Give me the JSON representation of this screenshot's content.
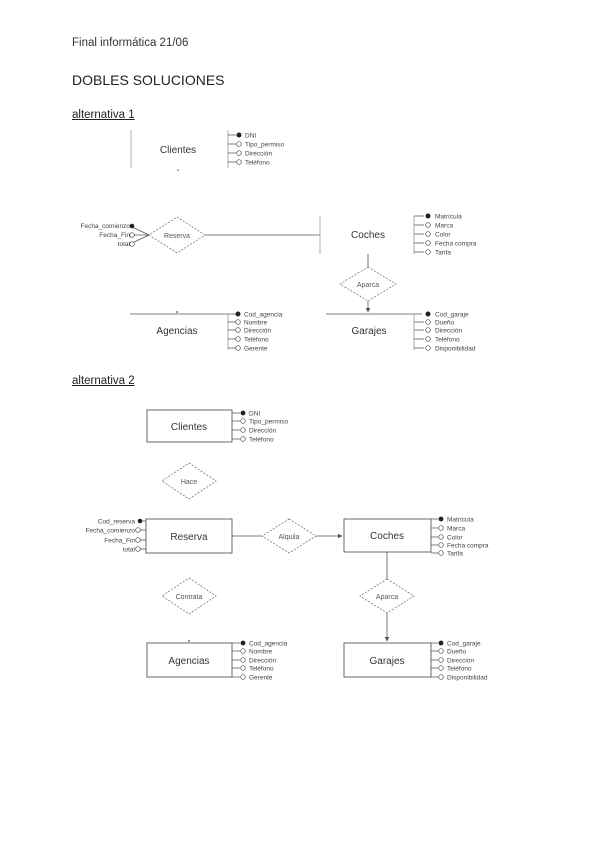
{
  "header": "Final informática 21/06",
  "title": "DOBLES SOLUCIONES",
  "alt1_label": "alternativa 1",
  "alt2_label": "alternativa 2",
  "alt1": {
    "entities": {
      "clientes": "Clientes",
      "coches": "Coches",
      "agencias": "Agencias",
      "garajes": "Garajes"
    },
    "relations": {
      "reserva": "Reserva",
      "aparca": "Aparca"
    },
    "attrs": {
      "clientes": [
        "DNI",
        "Tipo_permiso",
        "Dirección",
        "Teléfono"
      ],
      "reserva": [
        "Fecha_comienzo",
        "Fecha_Fin",
        "total"
      ],
      "coches": [
        "Matrícula",
        "Marca",
        "Color",
        "Fecha compra",
        "Tarifa"
      ],
      "agencias": [
        "Cod_agencia",
        "Nombre",
        "Dirección",
        "Teléfono",
        "Gerente"
      ],
      "garajes": [
        "Cod_garaje",
        "Dueño",
        "Dirección",
        "Teléfono",
        "Disponibilidad"
      ]
    }
  },
  "alt2": {
    "entities": {
      "clientes": "Clientes",
      "reserva": "Reserva",
      "coches": "Coches",
      "agencias": "Agencias",
      "garajes": "Garajes"
    },
    "relations": {
      "hace": "Hace",
      "alquila": "Alquila",
      "contrata": "Contrata",
      "aparca": "Aparca"
    },
    "attrs": {
      "clientes": [
        "DNI",
        "Tipo_permiso",
        "Dirección",
        "Teléfono"
      ],
      "reserva": [
        "Cod_reserva",
        "Fecha_comienzo",
        "Fecha_Fin",
        "total"
      ],
      "coches": [
        "Matrícula",
        "Marca",
        "Color",
        "Fecha compra",
        "Tarifa"
      ],
      "agencias": [
        "Cod_agencia",
        "Nombre",
        "Dirección",
        "Teléfono",
        "Gerente"
      ],
      "garajes": [
        "Cod_garaje",
        "Dueño",
        "Dirección",
        "Teléfono",
        "Disponibilidad"
      ]
    }
  }
}
